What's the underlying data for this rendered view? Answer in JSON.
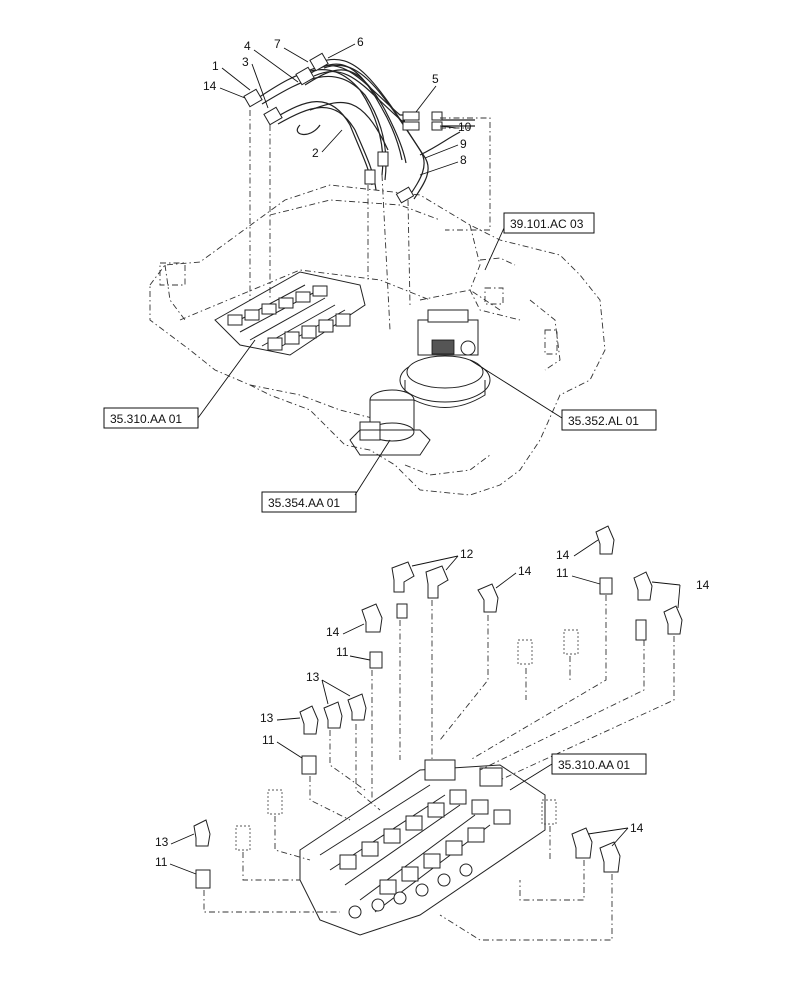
{
  "callouts": {
    "c1": "1",
    "c14a": "14",
    "c3": "3",
    "c4": "4",
    "c7": "7",
    "c6": "6",
    "c5": "5",
    "c10": "10",
    "c2": "2",
    "c9": "9",
    "c8": "8",
    "c12": "12",
    "c14b": "14",
    "c14c": "14",
    "c11a": "11",
    "c14d": "14",
    "c14e": "14",
    "c11b": "11",
    "c13a": "13",
    "c13b": "13",
    "c11c": "11",
    "c13c": "13",
    "c11d": "11",
    "c14f": "14"
  },
  "references": {
    "ref_39101": "39.101.AC 03",
    "ref_35310_top": "35.310.AA 01",
    "ref_35352": "35.352.AL 01",
    "ref_35354": "35.354.AA 01",
    "ref_35310_bottom": "35.310.AA 01"
  }
}
